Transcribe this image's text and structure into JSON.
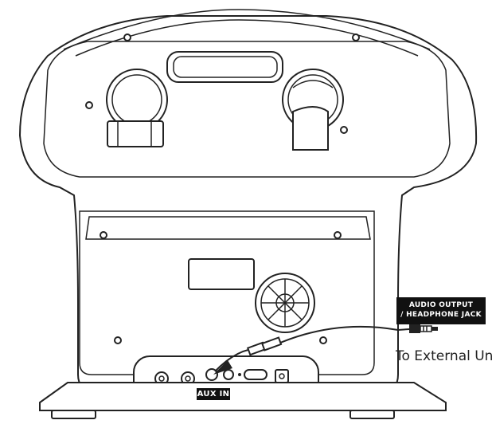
{
  "labels": {
    "audio_output_line1": "AUDIO OUTPUT",
    "audio_output_line2": "/ HEADPHONE JACK",
    "external_unit": "To External Unit",
    "aux_in": "AUX IN"
  }
}
